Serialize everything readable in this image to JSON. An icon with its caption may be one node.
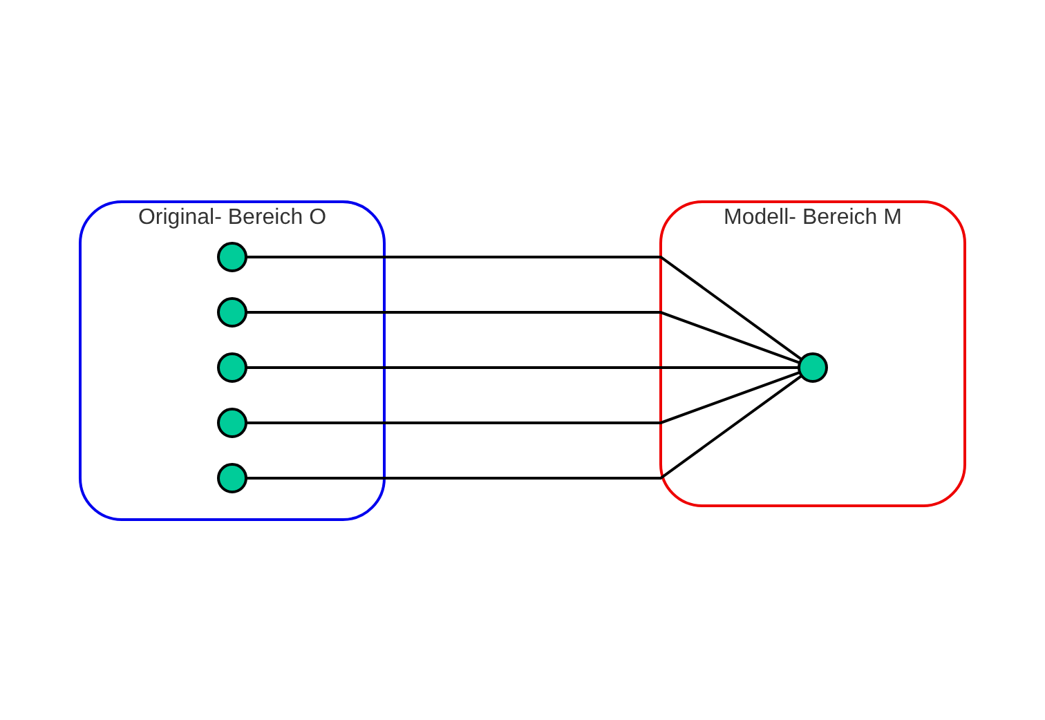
{
  "diagram": {
    "nodes": [
      {
        "text": [
          "Original- Bereich O"
        ]
      },
      {
        "text": [],
        "shape": "circle",
        "in": 0
      },
      {
        "text": [],
        "shape": "circle",
        "in": 0
      },
      {
        "text": [],
        "shape": "circle",
        "in": 0
      },
      {
        "text": [],
        "shape": "circle",
        "in": 0
      },
      {
        "text": [],
        "shape": "circle",
        "in": 0
      },
      {
        "text": [
          "Modell- Bereich M"
        ]
      },
      {
        "text": [],
        "shape": "circle",
        "in": 6
      }
    ],
    "edges": [
      {
        "from": 1,
        "to": 7,
        "arrow": "none"
      },
      {
        "from": 2,
        "to": 7,
        "arrow": "none"
      },
      {
        "from": 3,
        "to": 7,
        "arrow": "none"
      },
      {
        "from": 4,
        "to": 7,
        "arrow": "none"
      },
      {
        "from": 5,
        "to": 7,
        "arrow": "none"
      }
    ]
  }
}
